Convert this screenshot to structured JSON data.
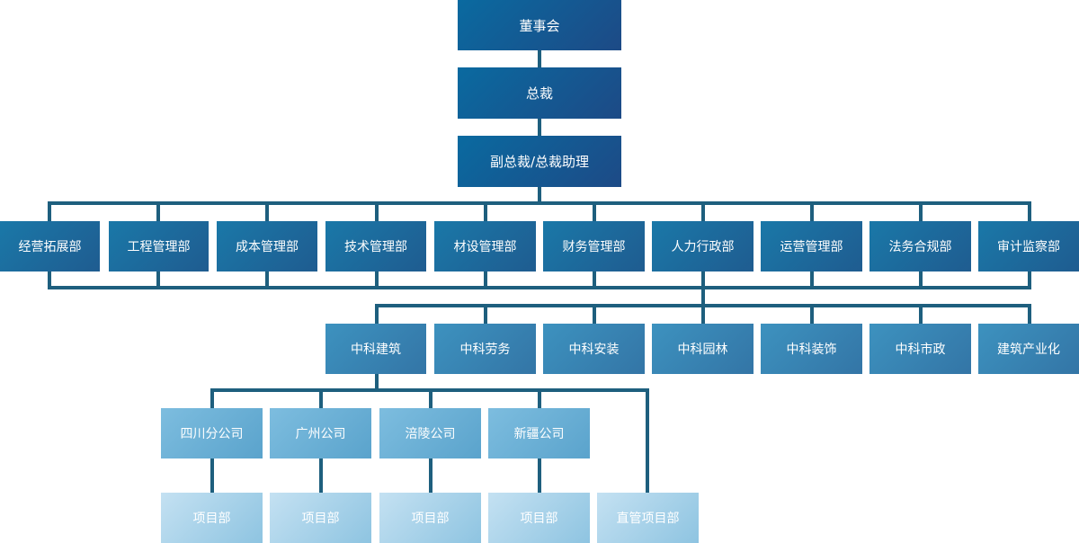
{
  "colors": {
    "line": "#1e5f7e",
    "level1": "#175a92",
    "level2": "#1c6a9c",
    "level3": "#3883b3",
    "level4": "#6bb0d6",
    "level5": "#a9d3ea"
  },
  "top": [
    "董事会",
    "总裁",
    "副总裁/总裁助理"
  ],
  "departments": [
    "经营拓展部",
    "工程管理部",
    "成本管理部",
    "技术管理部",
    "材设管理部",
    "财务管理部",
    "人力行政部",
    "运营管理部",
    "法务合规部",
    "审计监察部"
  ],
  "subsidiaries": [
    "中科建筑",
    "中科劳务",
    "中科安装",
    "中科园林",
    "中科装饰",
    "中科市政",
    "建筑产业化"
  ],
  "branches": [
    "四川分公司",
    "广州公司",
    "涪陵公司",
    "新疆公司"
  ],
  "projects": [
    "项目部",
    "项目部",
    "项目部",
    "项目部",
    "直管项目部"
  ]
}
